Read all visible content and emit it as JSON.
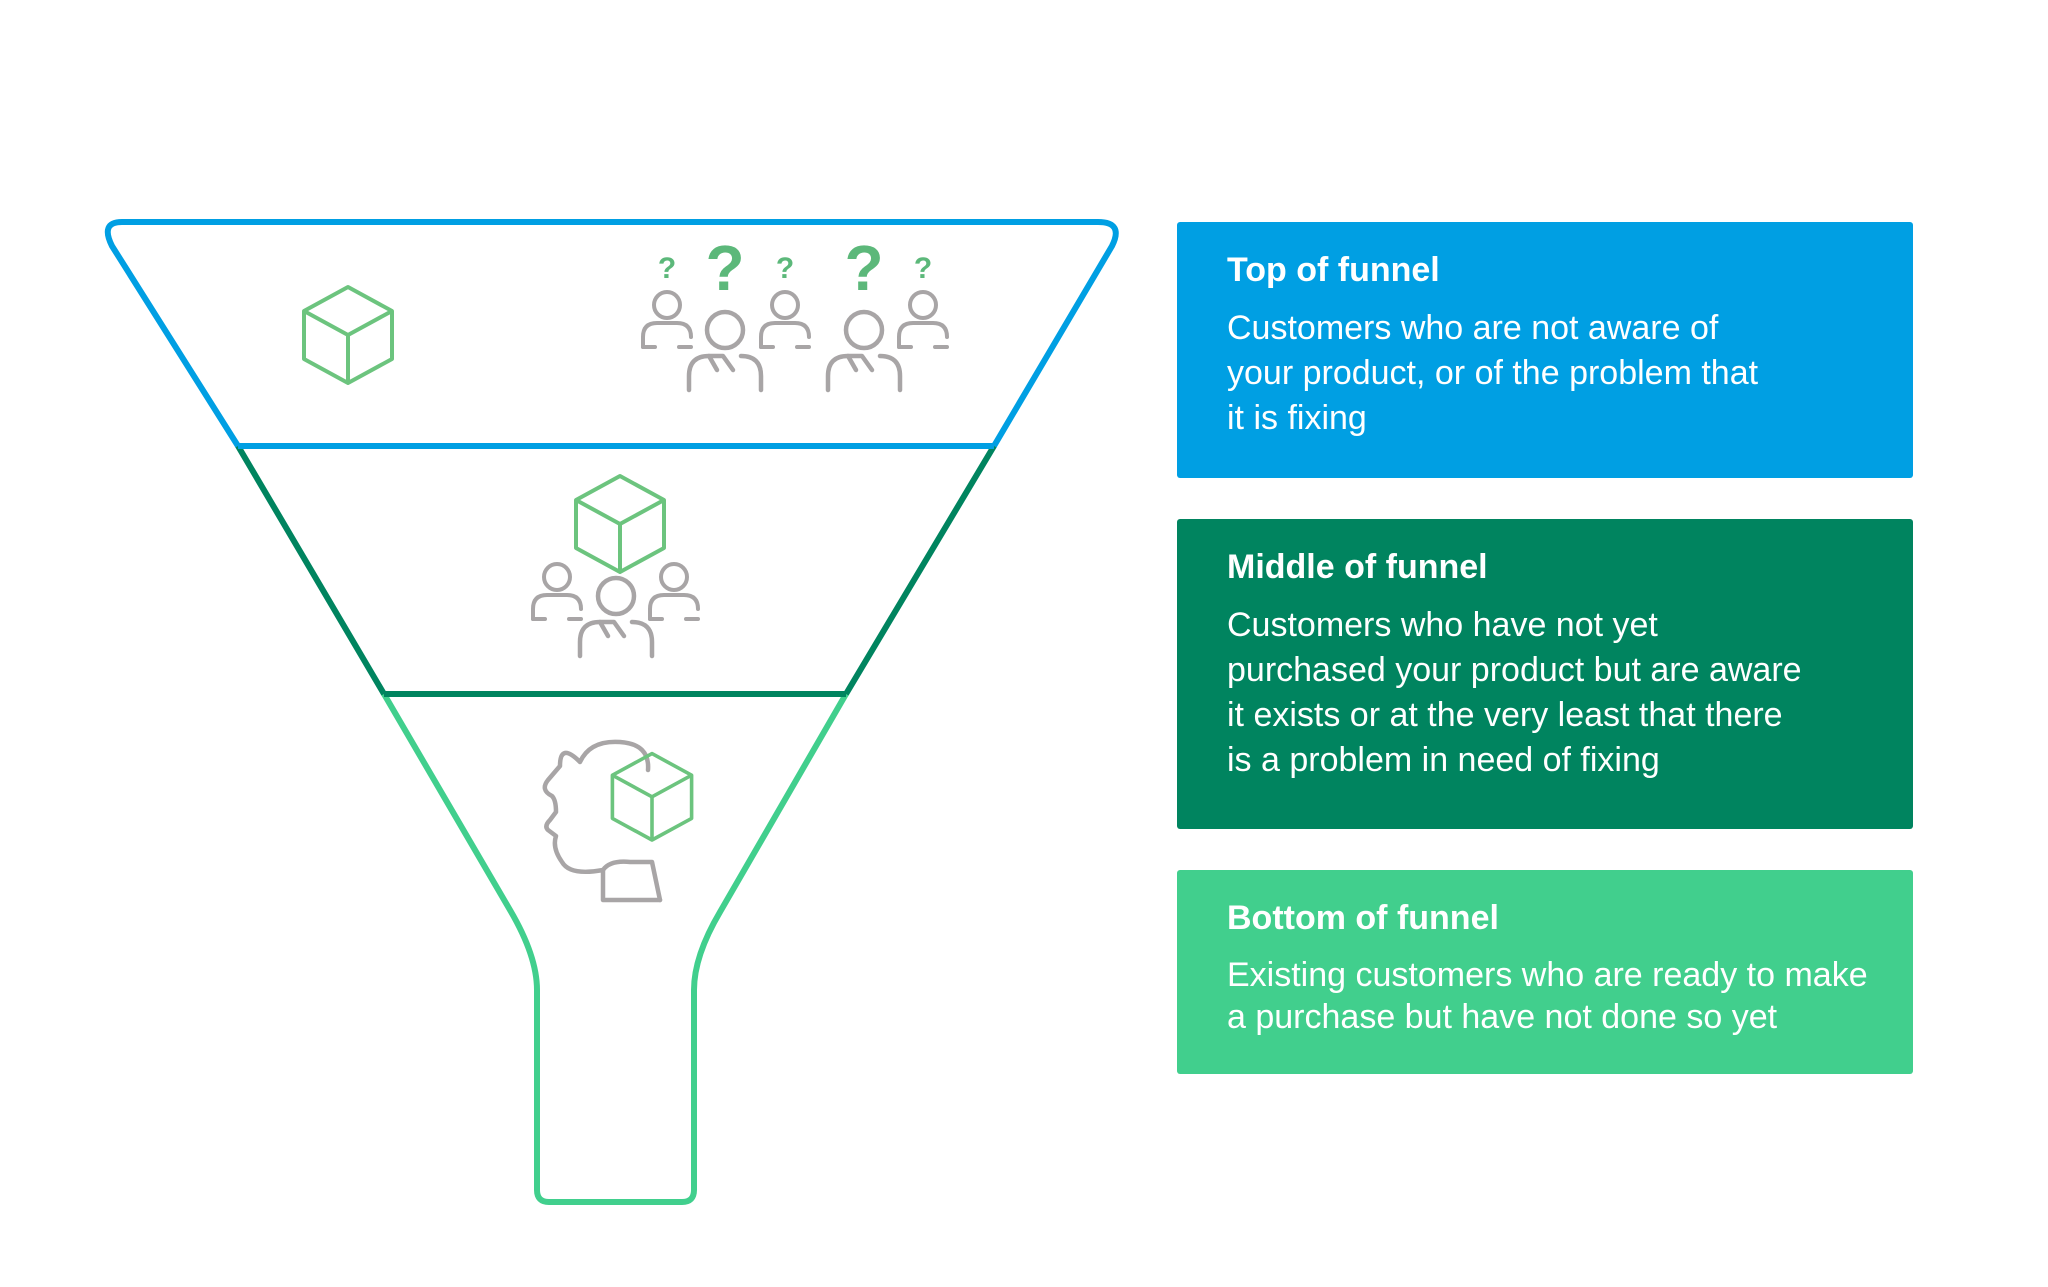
{
  "colors": {
    "top": "#009fe3",
    "middle": "#00845f",
    "bottom": "#41cf8d",
    "icon_green": "#6cc47e",
    "icon_gray": "#a8a5a6",
    "question_green": "#5cb87a"
  },
  "icons": {
    "top": [
      "box-icon",
      "question-mark-icon",
      "person-icon"
    ],
    "middle": [
      "box-icon",
      "person-icon"
    ],
    "bottom": [
      "head-icon",
      "box-icon"
    ]
  },
  "stages": {
    "top": {
      "title": "Top of funnel",
      "lines": [
        "Customers who are not aware of",
        "your product, or of the problem that",
        "it is fixing"
      ]
    },
    "middle": {
      "title": "Middle of funnel",
      "lines": [
        "Customers who have not yet",
        "purchased your product but are aware",
        "it exists or at the very least that there",
        "is a problem in need of fixing"
      ]
    },
    "bottom": {
      "title": "Bottom of funnel",
      "lines": [
        "Existing customers who are ready to make",
        "a purchase but have not done so yet"
      ]
    }
  },
  "question_marks": [
    "?",
    "?",
    "?",
    "?",
    "?"
  ]
}
